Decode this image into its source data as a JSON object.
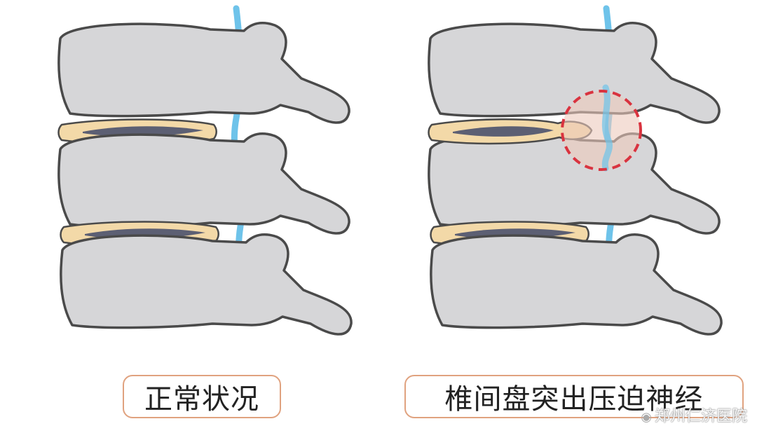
{
  "panels": {
    "normal": {
      "caption": "正常状况"
    },
    "herniated": {
      "caption": "椎间盘突出压迫神经"
    }
  },
  "watermark": {
    "text": "郑州仁济医院"
  },
  "colors": {
    "bone": "#d6d6d8",
    "outline": "#4a4a4a",
    "disc": "#f3d9a8",
    "nucleus": "#5c5f73",
    "nerve": "#6ec3ea",
    "highlight_ring": "#d9333f",
    "highlight_fill": "#edc9bd",
    "caption_border": "#e0a27f"
  }
}
